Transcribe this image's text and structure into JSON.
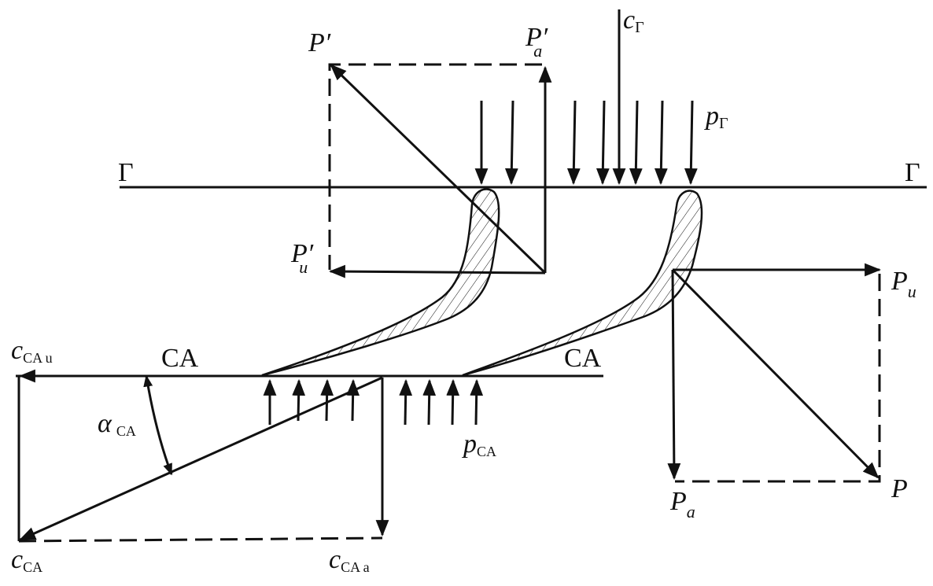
{
  "diagram": {
    "labels": {
      "gamma_left": "Г",
      "gamma_right": "Г",
      "ca_left": "CA",
      "ca_right": "CA",
      "c_gamma_main": "c",
      "c_gamma_sub": "Г",
      "p_gamma_main": "p",
      "p_gamma_sub": "Г",
      "p_prime_main": "P′",
      "pa_prime_main": "P′",
      "pa_prime_sub": "a",
      "pu_prime_main": "P′",
      "pu_prime_sub": "u",
      "pu_main": "P",
      "pu_sub": "u",
      "p_main": "P",
      "pa_main": "P",
      "pa_sub": "a",
      "c_ca_u_main": "c",
      "c_ca_u_sub": "CA u",
      "c_ca_main": "c",
      "c_ca_sub": "CA",
      "c_ca_a_main": "c",
      "c_ca_a_sub": "CA a",
      "alpha_main": "α",
      "alpha_sub": "CA",
      "p_ca_main": "p",
      "p_ca_sub": "CA"
    },
    "colors": {
      "ink": "#111111",
      "background": "#ffffff"
    }
  }
}
